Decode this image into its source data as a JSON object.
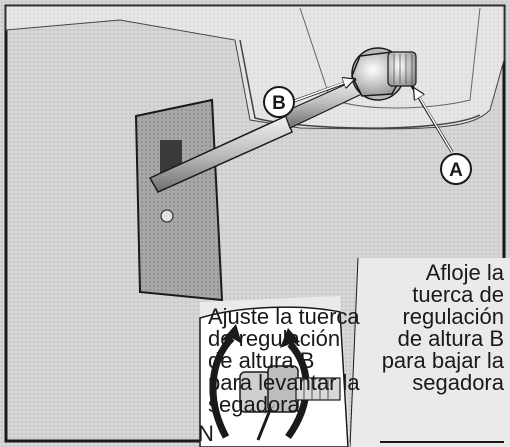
{
  "labels": {
    "b": "B",
    "a": "A"
  },
  "instructions": {
    "raise": [
      "Ajuste la tuerca",
      "de regulación",
      "de altura B",
      "para levantar la",
      "segadora"
    ],
    "lower": [
      "Afloje la",
      "tuerca de",
      "regulación",
      "de altura B",
      "para bajar la",
      "segadora"
    ]
  },
  "edge_char": "N",
  "colors": {
    "photo_bg": "#d2d2d2",
    "panel": "#c8c8c8",
    "text": "#1a1a1a"
  }
}
